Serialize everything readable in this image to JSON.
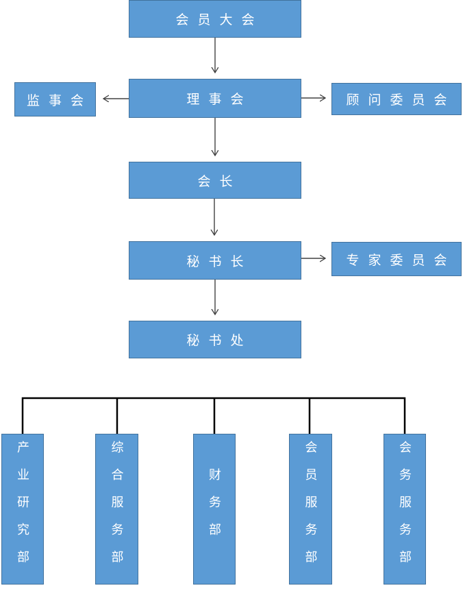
{
  "colors": {
    "box_fill": "#5B9BD5",
    "box_border": "#41719C",
    "box_text": "#FFFFFF",
    "arrow_line": "#404040",
    "tree_line": "#000000"
  },
  "nodes": {
    "member_assembly": "会员大会",
    "supervisory_board": "监事会",
    "council": "理事会",
    "advisory_committee": "顾问委员会",
    "president": "会长",
    "secretary_general": "秘书长",
    "expert_committee": "专家委员会",
    "secretariat": "秘书处",
    "dept_industry_research": "产业研究部",
    "dept_general_service": "综合服务部",
    "dept_finance": "财务部",
    "dept_member_service": "会员服务部",
    "dept_conference_service": "会务服务部"
  }
}
